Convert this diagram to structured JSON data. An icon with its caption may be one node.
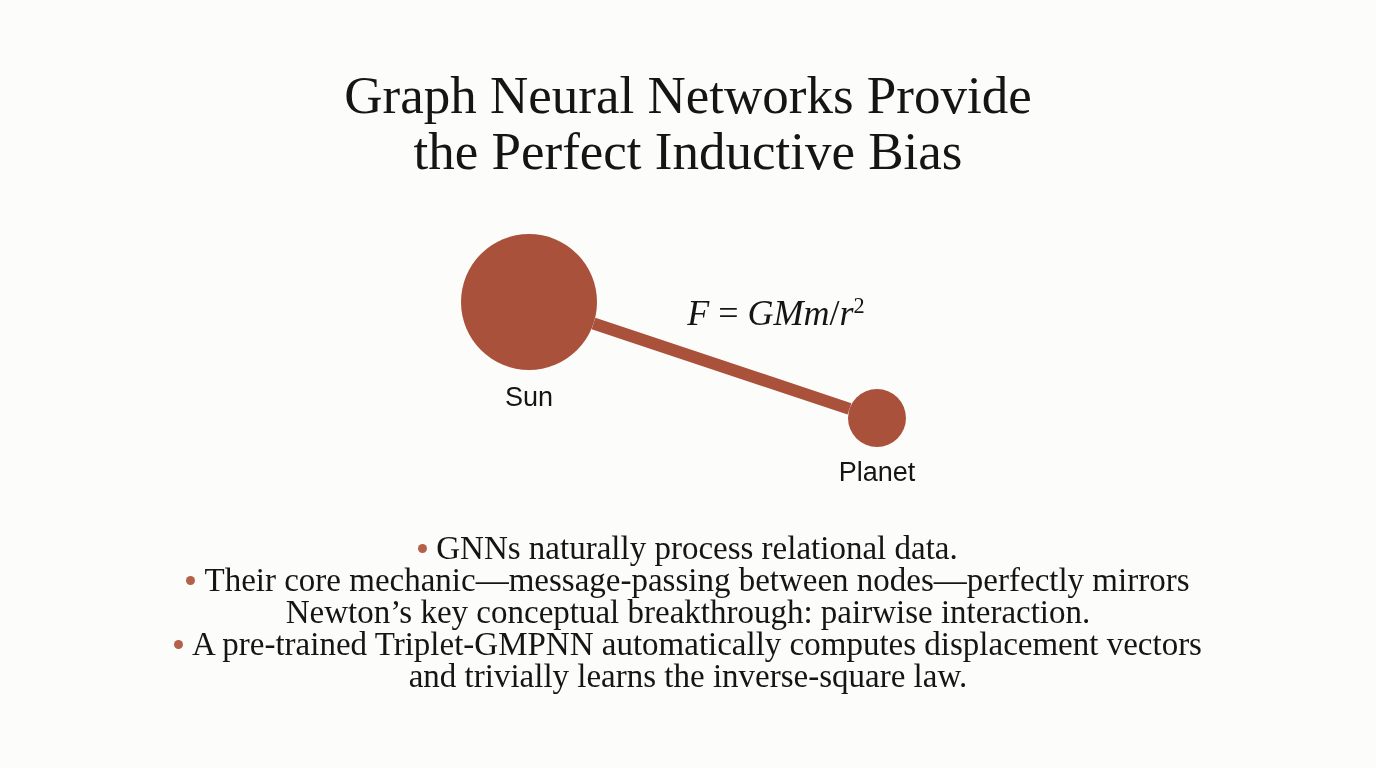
{
  "diagram": {
    "title": "Graph Neural Networks Provide the Perfect Inductive Bias",
    "nodes": [
      {
        "text": [],
        "shape": "circle",
        "beside": [
          "Sun"
        ]
      },
      {
        "text": [],
        "shape": "circle",
        "beside": [
          "Planet"
        ]
      }
    ],
    "edges": [
      {
        "from": 0,
        "to": 1,
        "arrow": "none",
        "label": "*F* = *GMm*/*r*$^{2}$"
      }
    ],
    "labels": [
      "GNNs naturally process relational data.",
      "Their core mechanic—message-passing between nodes—perfectly mirrors Newton’s key conceptual breakthrough: pairwise interaction.",
      "A pre-trained Triplet-GMPNN automatically computes displacement vectors and trivially learns the inverse-square law."
    ]
  }
}
